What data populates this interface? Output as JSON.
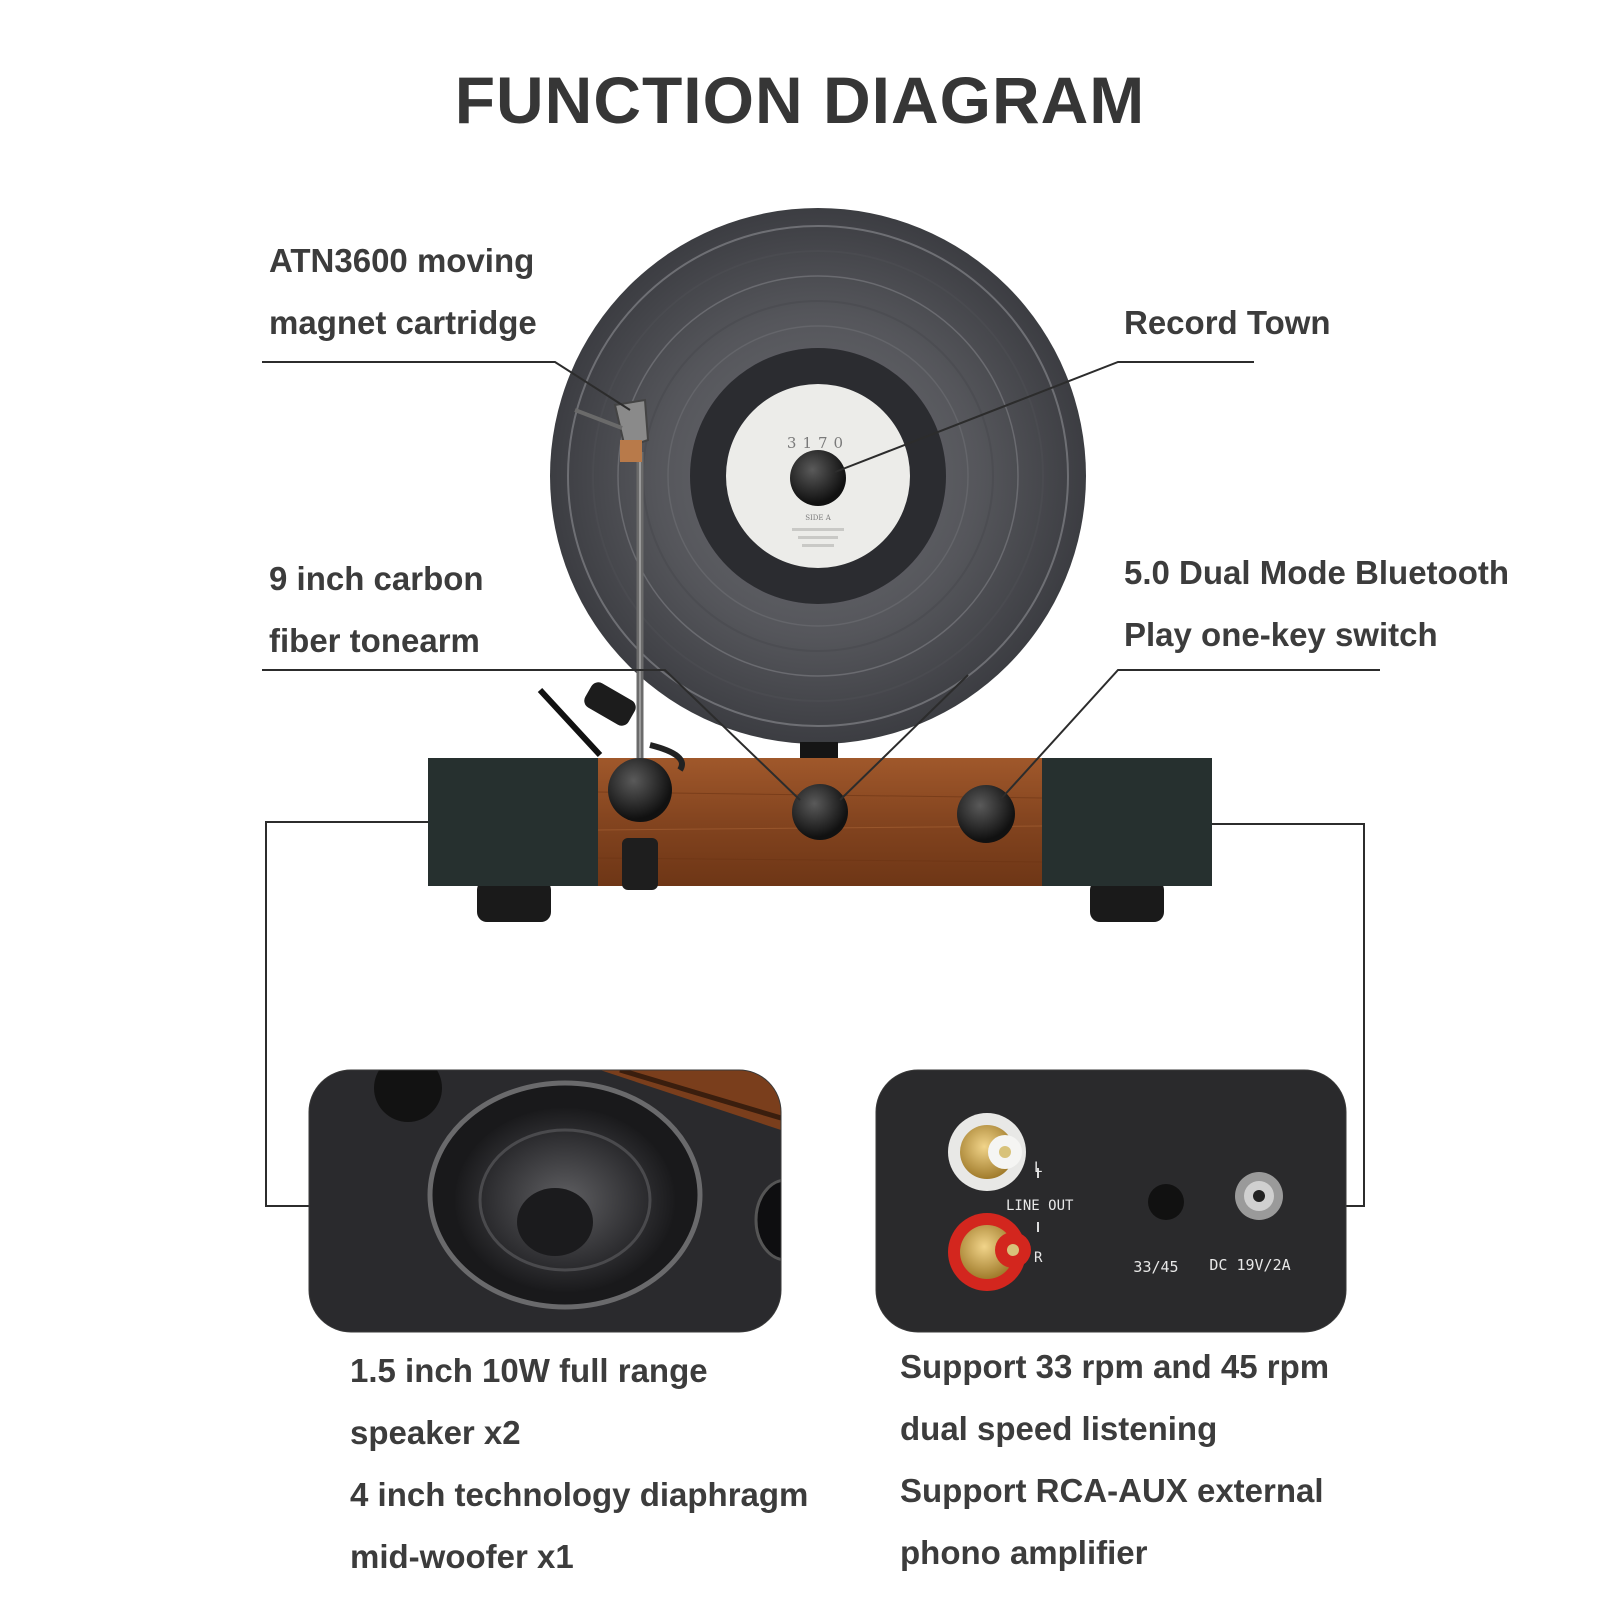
{
  "title": "FUNCTION DIAGRAM",
  "callouts": {
    "cartridge": [
      "ATN3600 moving",
      "magnet cartridge"
    ],
    "record": [
      "Record Town"
    ],
    "tonearm": [
      "9 inch carbon",
      "fiber tonearm"
    ],
    "bluetooth": [
      "5.0 Dual Mode Bluetooth",
      "Play one-key switch"
    ],
    "speaker": [
      "1.5 inch 10W full range",
      "speaker x2",
      "4 inch technology diaphragm",
      "mid-woofer x1"
    ],
    "speed": [
      "Support 33 rpm and 45 rpm",
      "dual speed listening",
      "Support RCA-AUX external",
      "phono amplifier"
    ]
  },
  "record_label": {
    "title": "3170",
    "side": "SIDE A"
  },
  "panel": {
    "line_out": "LINE OUT",
    "channel_l": "L",
    "channel_r": "R",
    "speed_label": "33/45",
    "dc_label": "DC 19V/2A"
  },
  "colors": {
    "text": "#3c3c3c",
    "wood": "#8a4a24",
    "fabric": "#26302f",
    "vinyl": "#5a5b60",
    "rca_red": "#d3261e",
    "panel_bg": "#2a2a2c"
  }
}
